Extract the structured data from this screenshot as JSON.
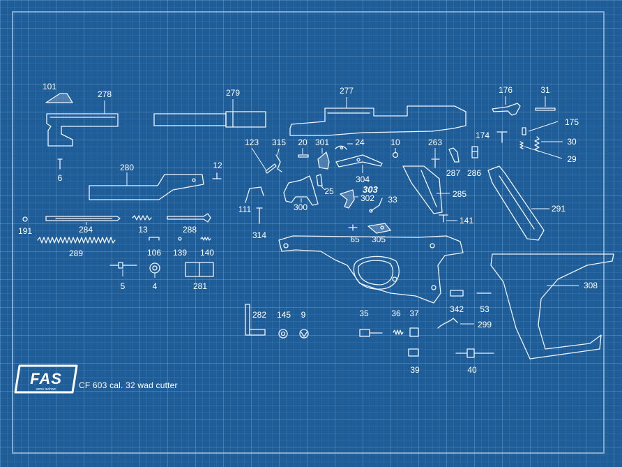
{
  "logo": {
    "text": "FAS",
    "tagline": "arms technic"
  },
  "caption": "CF 603 cal. 32 wad cutter",
  "part_labels": {
    "p101": "101",
    "p278": "278",
    "p279": "279",
    "p277": "277",
    "p176": "176",
    "p31": "31",
    "p175": "175",
    "p174": "174",
    "p30": "30",
    "p29": "29",
    "p6": "6",
    "p123": "123",
    "p315": "315",
    "p20": "20",
    "p301": "301",
    "p24": "24",
    "p10": "10",
    "p263": "263",
    "p280": "280",
    "p12": "12",
    "p304": "304",
    "p25": "25",
    "p303": "303",
    "p287": "287",
    "p286": "286",
    "p285": "285",
    "p291": "291",
    "p111": "111",
    "p300": "300",
    "p302": "302",
    "p33": "33",
    "p191": "191",
    "p284": "284",
    "p13": "13",
    "p288": "288",
    "p314": "314",
    "p141": "141",
    "p65": "65",
    "p305": "305",
    "p289": "289",
    "p106": "106",
    "p139": "139",
    "p140": "140",
    "p5": "5",
    "p4": "4",
    "p281": "281",
    "p308": "308",
    "p342": "342",
    "p53": "53",
    "p282": "282",
    "p145": "145",
    "p9": "9",
    "p35": "35",
    "p36": "36",
    "p37": "37",
    "p299": "299",
    "p39": "39",
    "p40": "40"
  }
}
